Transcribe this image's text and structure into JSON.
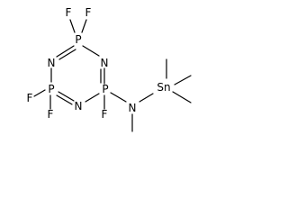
{
  "molecule": {
    "atoms": [
      {
        "id": "P1",
        "label": "P"
      },
      {
        "id": "P2",
        "label": "P"
      },
      {
        "id": "P3",
        "label": "P"
      },
      {
        "id": "N1",
        "label": "N"
      },
      {
        "id": "N2",
        "label": "N"
      },
      {
        "id": "N3",
        "label": "N"
      },
      {
        "id": "F1",
        "label": "F"
      },
      {
        "id": "F2",
        "label": "F"
      },
      {
        "id": "F3",
        "label": "F"
      },
      {
        "id": "F4",
        "label": "F"
      },
      {
        "id": "F5",
        "label": "F"
      },
      {
        "id": "N4",
        "label": "N"
      },
      {
        "id": "Sn",
        "label": "Sn"
      }
    ]
  }
}
